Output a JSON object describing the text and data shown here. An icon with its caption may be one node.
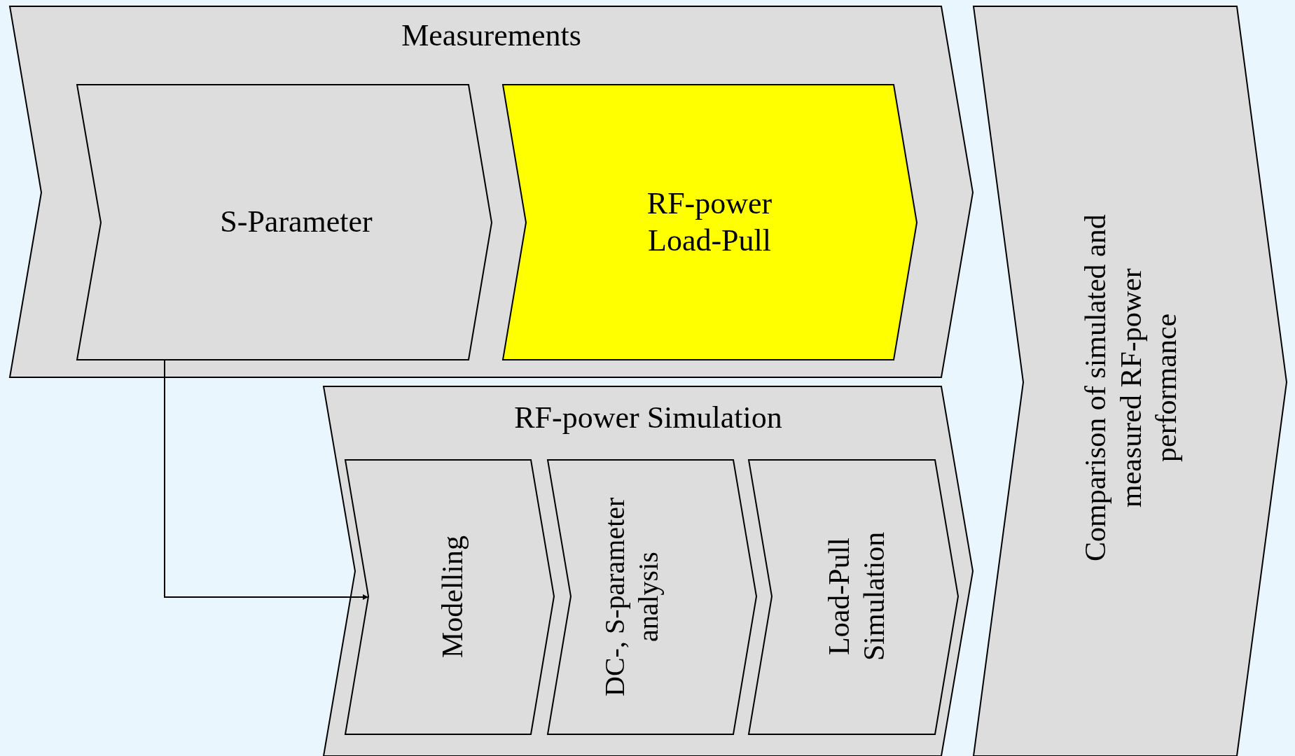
{
  "diagram": {
    "nodes": [
      {
        "text": [
          "Measurements"
        ]
      },
      {
        "text": [
          "S-Parameter"
        ],
        "in": 0
      },
      {
        "text": [
          "RF-power Load-Pull"
        ],
        "in": 0
      },
      {
        "text": [
          "RF-power Simulation"
        ]
      },
      {
        "text": [
          "Modelling"
        ],
        "in": 3
      },
      {
        "text": [
          "DC-, S-parameter analysis"
        ],
        "in": 3
      },
      {
        "text": [
          "Load-Pull Simulation"
        ],
        "in": 3
      },
      {
        "text": [
          "Comparison of simulated and measured RF-power performance"
        ]
      }
    ],
    "edges": [
      {
        "from": 1,
        "to": 4,
        "arrow": "to"
      }
    ]
  }
}
